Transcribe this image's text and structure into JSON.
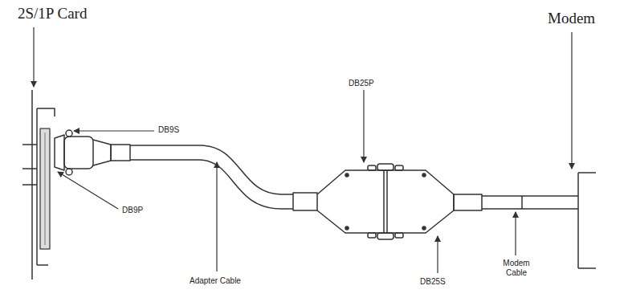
{
  "diagram": {
    "labels": [
      "2S/1P Card",
      "Modem",
      "DB9S",
      "DB9P",
      "DB25P",
      "DB25S",
      "Adapter Cable",
      "Modem Cable"
    ]
  }
}
